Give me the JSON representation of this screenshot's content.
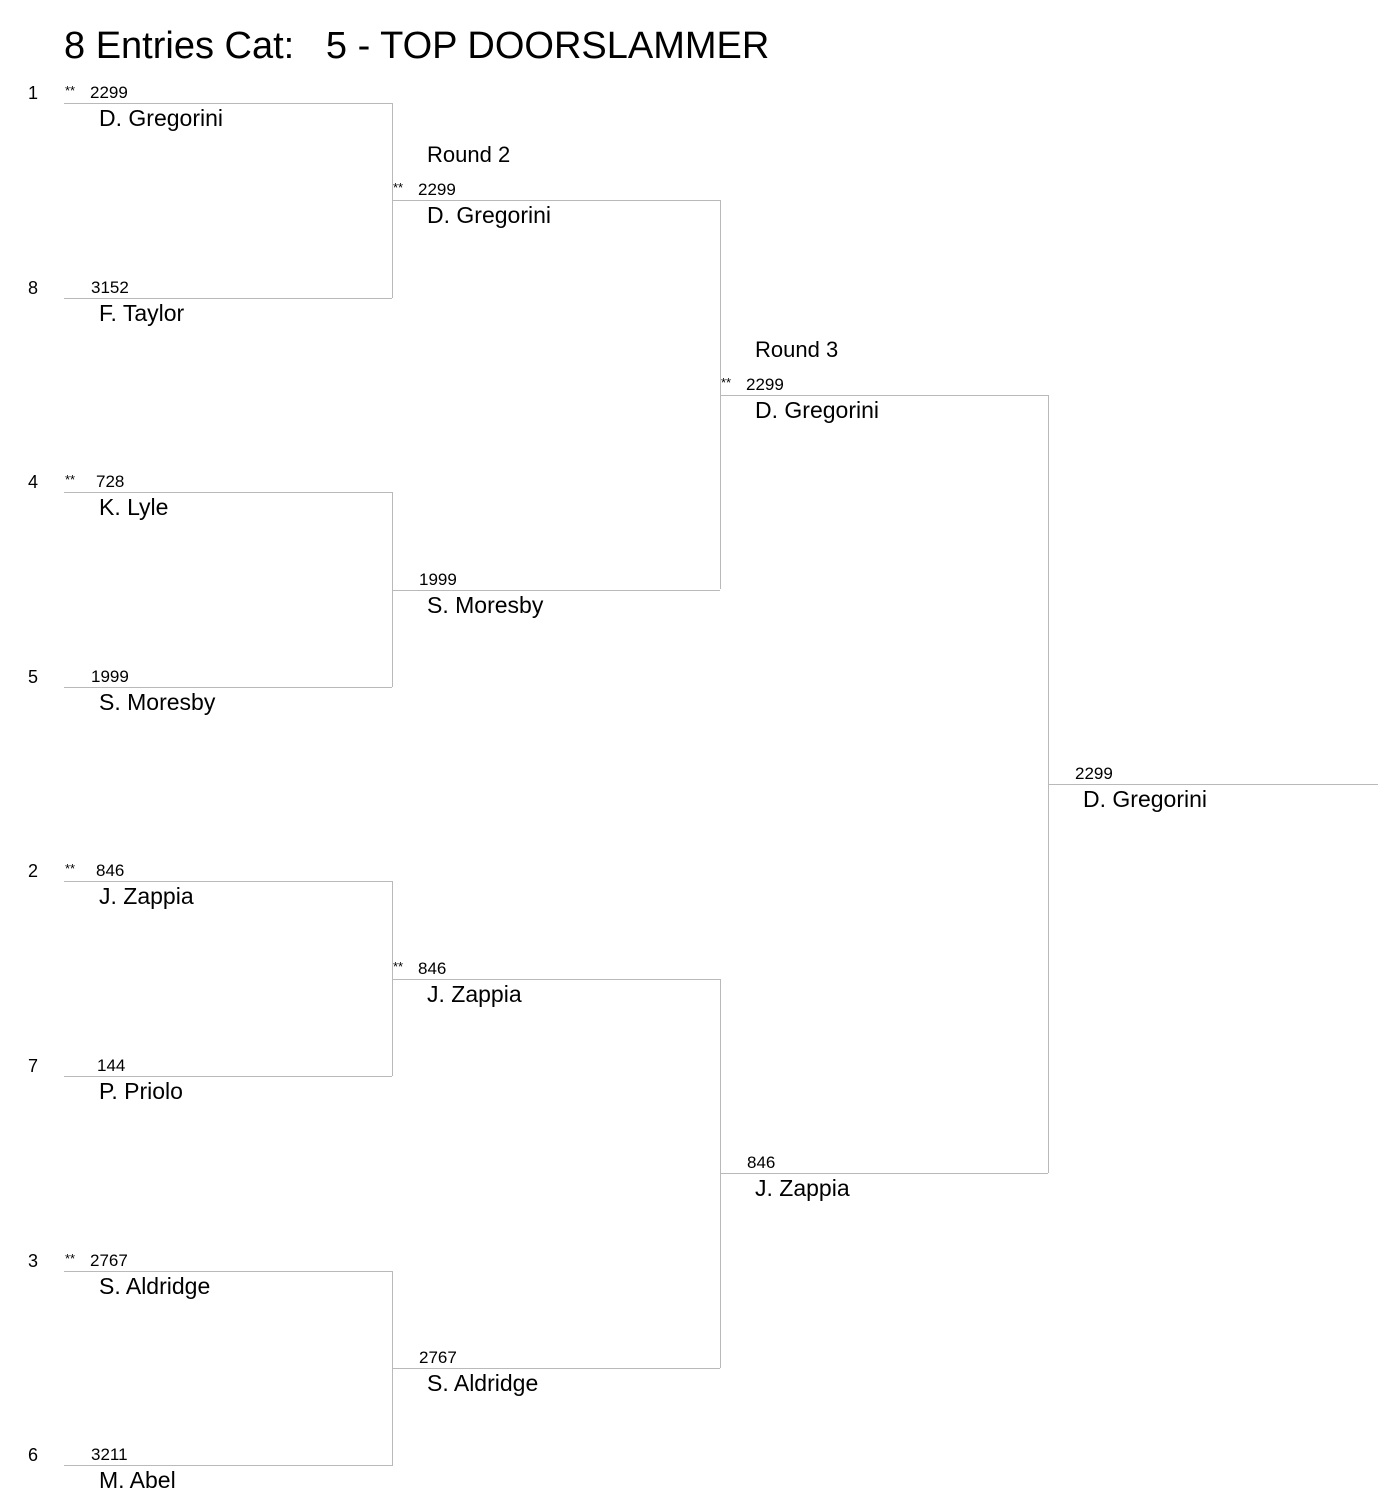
{
  "title": "8 Entries Cat:   5 - TOP DOORSLAMMER",
  "rounds": [
    {
      "label": "",
      "matchups": [
        [
          {
            "seed": "1",
            "marker": "**",
            "number": "2299",
            "name": "D. Gregorini"
          },
          {
            "seed": "8",
            "marker": "",
            "number": "3152",
            "name": "F. Taylor"
          }
        ],
        [
          {
            "seed": "4",
            "marker": "**",
            "number": "728",
            "name": "K. Lyle"
          },
          {
            "seed": "5",
            "marker": "",
            "number": "1999",
            "name": "S. Moresby"
          }
        ],
        [
          {
            "seed": "2",
            "marker": "**",
            "number": "846",
            "name": "J. Zappia"
          },
          {
            "seed": "7",
            "marker": "",
            "number": "144",
            "name": "P. Priolo"
          }
        ],
        [
          {
            "seed": "3",
            "marker": "**",
            "number": "2767",
            "name": "S. Aldridge"
          },
          {
            "seed": "6",
            "marker": "",
            "number": "3211",
            "name": "M. Abel"
          }
        ]
      ]
    },
    {
      "label": "Round 2",
      "matchups": [
        [
          {
            "seed": "",
            "marker": "**",
            "number": "2299",
            "name": "D. Gregorini"
          },
          {
            "seed": "",
            "marker": "",
            "number": "1999",
            "name": "S. Moresby"
          }
        ],
        [
          {
            "seed": "",
            "marker": "**",
            "number": "846",
            "name": "J. Zappia"
          },
          {
            "seed": "",
            "marker": "",
            "number": "2767",
            "name": "S. Aldridge"
          }
        ]
      ]
    },
    {
      "label": "Round 3",
      "matchups": [
        [
          {
            "seed": "",
            "marker": "**",
            "number": "2299",
            "name": "D. Gregorini"
          },
          {
            "seed": "",
            "marker": "",
            "number": "846",
            "name": "J. Zappia"
          }
        ]
      ]
    }
  ],
  "winner": {
    "seed": "",
    "marker": "",
    "number": "2299",
    "name": "D. Gregorini"
  }
}
